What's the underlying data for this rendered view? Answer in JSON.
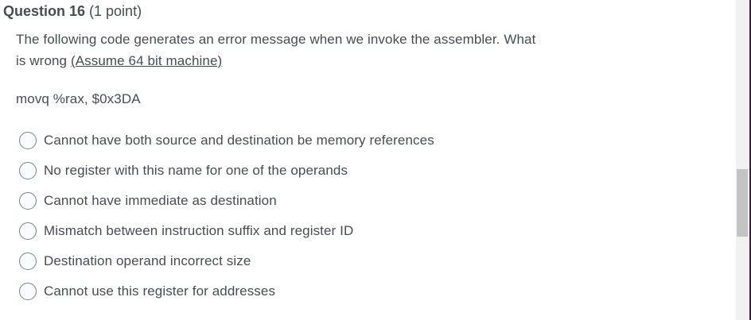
{
  "question": {
    "number": "Question 16",
    "points": "(1 point)",
    "prompt_line1": "The following code generates an error message when we invoke the assembler. What",
    "prompt_line2_prefix": "is wrong ",
    "prompt_line2_underlined": "(Assume 64 bit machine)",
    "code": "movq %rax, $0x3DA",
    "options": [
      "Cannot have both source and destination be memory references",
      "No register with this name for one of the operands",
      "Cannot have immediate as destination",
      "Mismatch between instruction suffix and register ID",
      "Destination operand incorrect size",
      "Cannot use this register for addresses"
    ],
    "selected_option": null
  },
  "colors": {
    "text": "#494c4e",
    "radio_border": "#768089",
    "radio_fill": "#fafbfd",
    "scrollbar_track": "#f0f1f1",
    "scrollbar_thumb": "#c1c4c5",
    "panel_edge": "#3c2138",
    "background": "#ffffff"
  }
}
